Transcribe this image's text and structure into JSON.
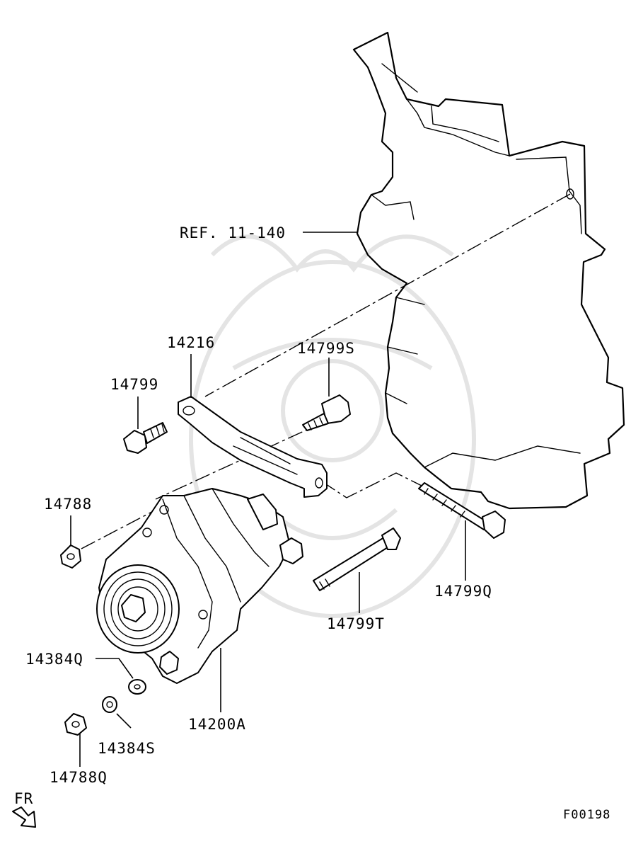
{
  "labels": {
    "ref": "REF. 11-140",
    "p14216": "14216",
    "p14799S": "14799S",
    "p14799": "14799",
    "p14788": "14788",
    "p14799Q": "14799Q",
    "p14799T": "14799T",
    "p14384Q": "14384Q",
    "p14200A": "14200A",
    "p14384S": "14384S",
    "p14788Q": "14788Q",
    "fr": "FR",
    "figure_code": "F00198"
  },
  "icons": {
    "direction_arrow": "forward-arrow-icon",
    "watermark": "watermark-logo"
  }
}
